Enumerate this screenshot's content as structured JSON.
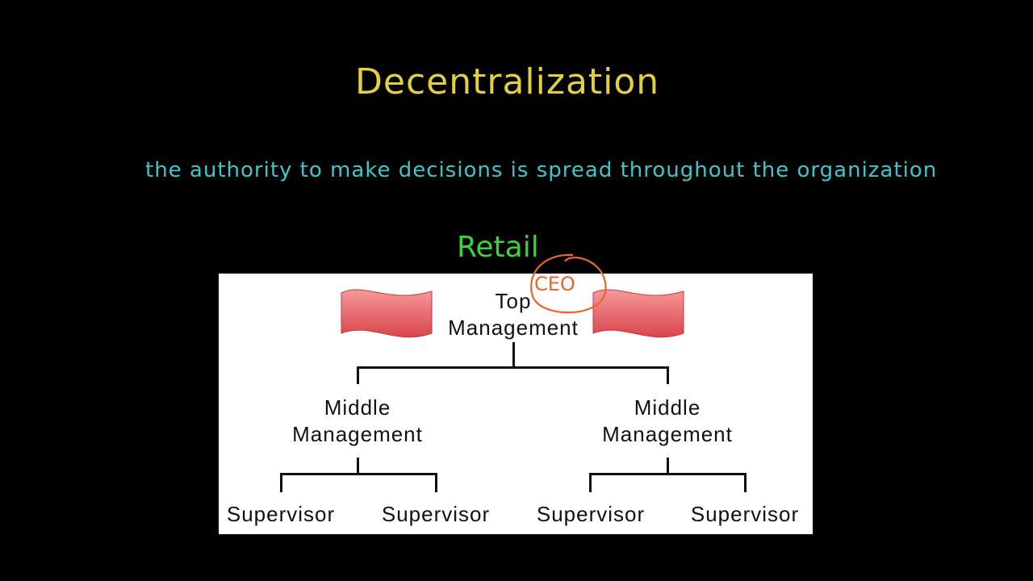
{
  "slide": {
    "title": "Decentralization",
    "definition": "the authority to make decisions is spread throughout the organization",
    "annotations": {
      "retail": "Retail",
      "ceo": "CEO"
    },
    "colors": {
      "title": "#e4d03a",
      "definition": "#3cc7c9",
      "retail": "#3ad43a",
      "ceo": "#e8662a",
      "flag": "#e8666a"
    }
  },
  "org_chart": {
    "top": {
      "line1": "Top",
      "line2": "Management"
    },
    "middle": [
      {
        "line1": "Middle",
        "line2": "Management",
        "supervisors": [
          "Supervisor",
          "Supervisor"
        ]
      },
      {
        "line1": "Middle",
        "line2": "Management",
        "supervisors": [
          "Supervisor",
          "Supervisor"
        ]
      }
    ]
  }
}
